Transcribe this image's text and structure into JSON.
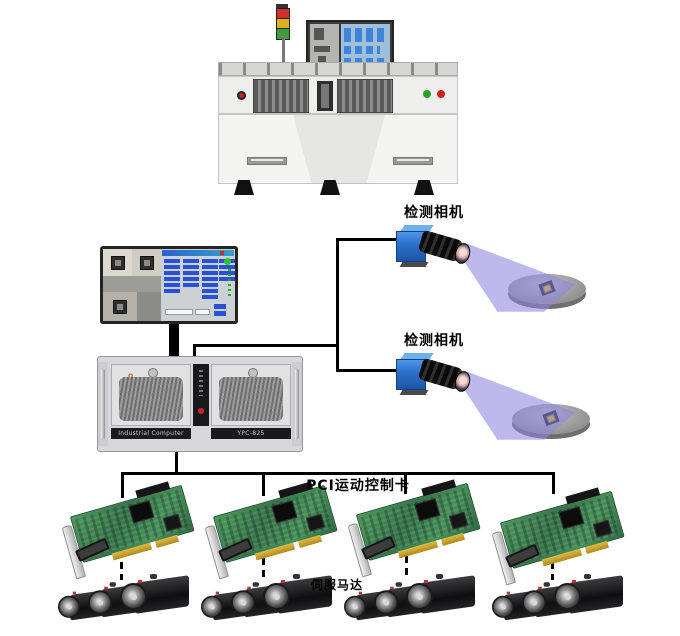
{
  "labels": {
    "camera1": "检测相机",
    "camera2": "检测相机",
    "pci_card": "PCI运动控制卡",
    "servo_motor": "伺服马达"
  },
  "computer": {
    "left_strip": "Industrial Computer",
    "right_strip": "YPC-825"
  },
  "colors": {
    "camera_body_blue": "#2a6fc8",
    "beam_purple": "#8f86e0",
    "pcb_green": "#3f8a50",
    "gold_connector": "#c9a22a",
    "connection_line": "#000000",
    "tower_red": "#d03030",
    "tower_yellow": "#e0b020",
    "tower_green": "#38a038",
    "background": "#ffffff"
  }
}
